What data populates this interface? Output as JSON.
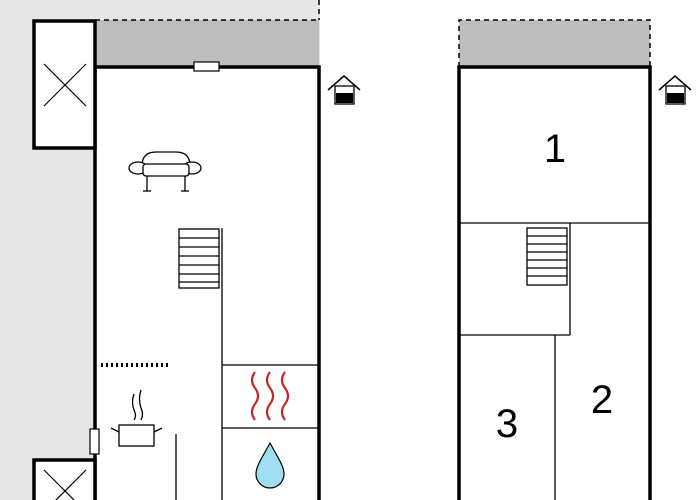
{
  "floor_plan": {
    "colors": {
      "wall": "#000000",
      "outdoor": "#e6e6e6",
      "terrace": "#bdbdbd",
      "heating": "#cc2222",
      "water": "#9fdff0",
      "background": "#ffffff"
    },
    "ground_floor": {
      "icons": [
        "sofa-icon",
        "stairs-icon",
        "heating-icon",
        "water-drop-icon",
        "cooking-pot-icon",
        "window-x-icon",
        "house-entrance-icon"
      ]
    },
    "upper_floor": {
      "rooms": [
        {
          "label": "1"
        },
        {
          "label": "2"
        },
        {
          "label": "3"
        }
      ],
      "icons": [
        "stairs-icon",
        "house-entrance-icon"
      ]
    }
  }
}
